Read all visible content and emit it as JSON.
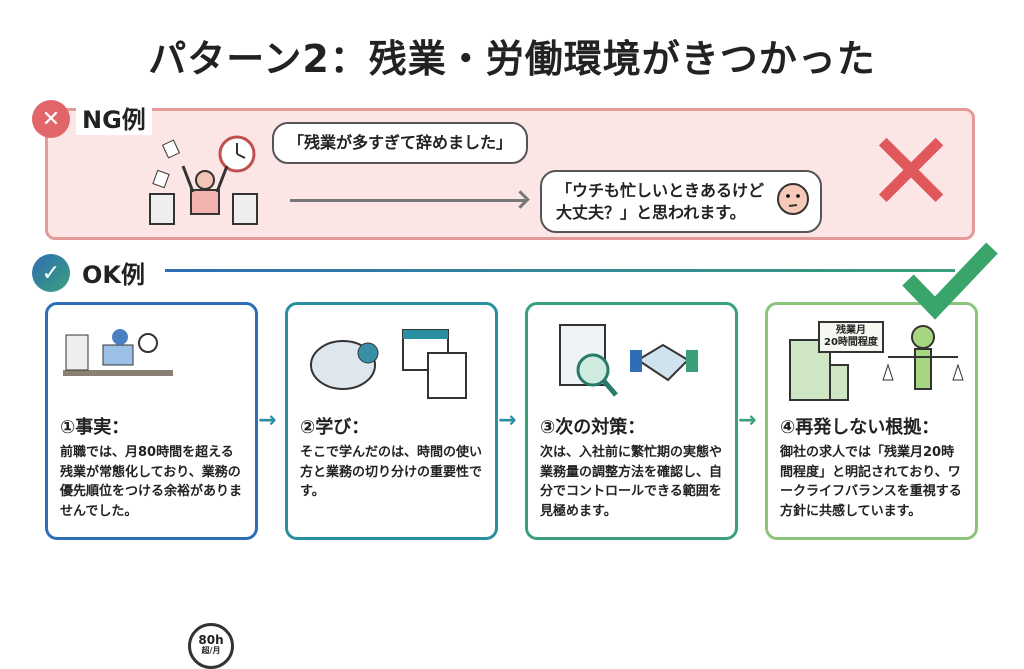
{
  "title": "パターン2：残業・労働環境がきつかった",
  "ng": {
    "label": "NG例",
    "badge_icon": "x-icon",
    "quote": "「残業が多すぎて辞めました」",
    "reaction": [
      "「ウチも忙しいときあるけど",
      "大丈夫？」と思われます。"
    ]
  },
  "ok": {
    "label": "OK例",
    "badge_icon": "check-icon"
  },
  "cards": [
    {
      "heading": "①事実：",
      "text": "前職では、月80時間を超える残業が常態化しており、業務の優先順位をつける余裕がありませんでした。",
      "badge_main": "80h",
      "badge_sub": "超/月"
    },
    {
      "heading": "②学び：",
      "text": "そこで学んだのは、時間の使い方と業務の切り分けの重要性です。"
    },
    {
      "heading": "③次の対策：",
      "text": "次は、入社前に繁忙期の実態や業務量の調整方法を確認し、自分でコントロールできる範囲を見極めます。"
    },
    {
      "heading": "④再発しない根拠：",
      "text": "御社の求人では「残業月20時間程度」と明記されており、ワークライフバランスを重視する方針に共感しています。",
      "sign": [
        "残業月",
        "20時間程度"
      ]
    }
  ],
  "colors": {
    "ng": "#e0575c",
    "blue": "#2f6db5",
    "teal": "#2a8fa0",
    "green": "#3aa07a",
    "lightgreen": "#8cc47a"
  }
}
